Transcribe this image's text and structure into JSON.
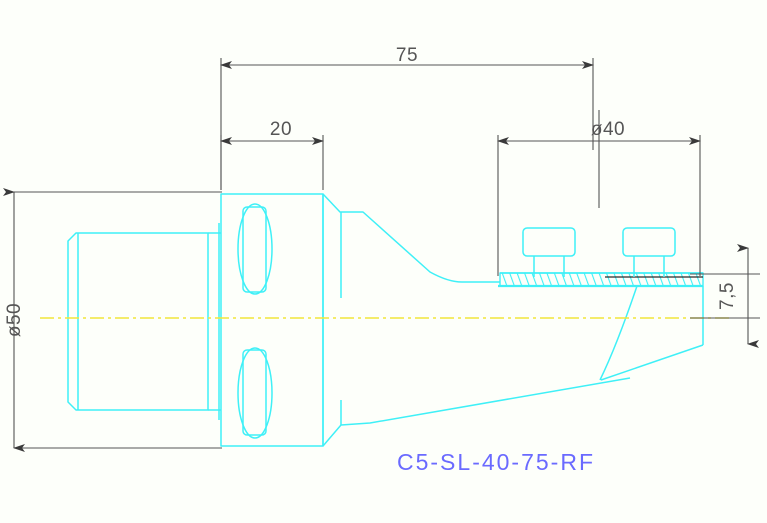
{
  "drawing": {
    "title": "C5-SL-40-75-RF",
    "background_color": "#fdfffa",
    "geometry_color": "#3ff0f7",
    "dimension_color": "#555555",
    "centerline_color": "#f2e63a",
    "label_color": "#6a6aff",
    "view": "side-elevation-section"
  },
  "dimensions": {
    "overall_length": {
      "value": "75",
      "unit_implied": "mm",
      "orientation": "horizontal",
      "position": "top"
    },
    "flange_width": {
      "value": "20",
      "unit_implied": "mm",
      "orientation": "horizontal",
      "position": "upper-left"
    },
    "head_diameter": {
      "value": "ø40",
      "unit_implied": "mm",
      "orientation": "horizontal",
      "position": "upper-right"
    },
    "shank_diameter": {
      "value": "ø50",
      "unit_implied": "mm",
      "orientation": "vertical-rotated",
      "position": "left"
    },
    "seat_height": {
      "value": "7,5",
      "unit_implied": "mm",
      "orientation": "vertical-rotated",
      "position": "right"
    }
  },
  "part_label": {
    "text": "C5-SL-40-75-RF",
    "color": "#6a6aff"
  },
  "features": {
    "shank": "cylindrical-shank-left",
    "flange_block": "coolant-flange-block",
    "slots": "two-oval-drive-slots",
    "taper": "tapered-neck",
    "serrated_seat": "knurled-serrated-seat-face",
    "screws": "two-clamp-screws",
    "nose": "curved-nose-end"
  }
}
